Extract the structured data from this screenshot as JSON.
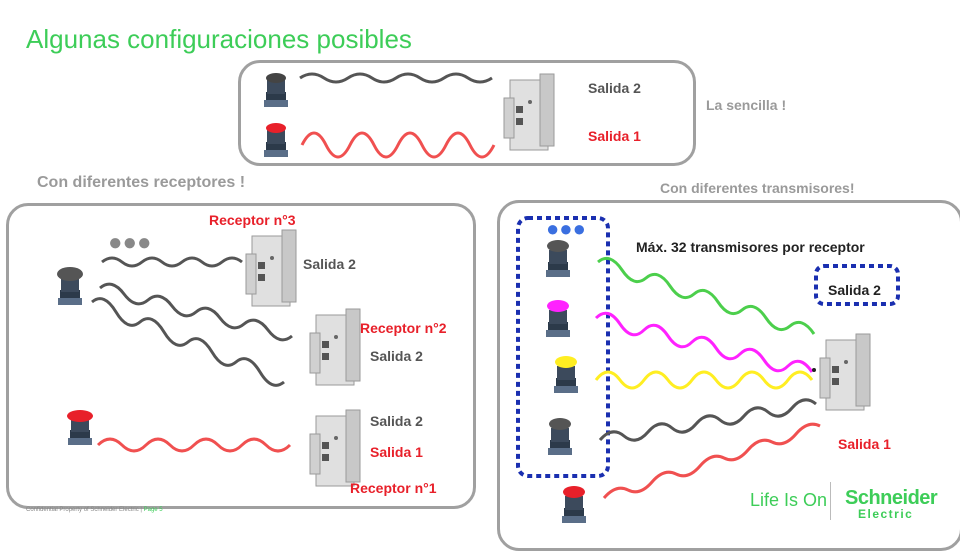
{
  "title": "Algunas configuraciones posibles",
  "top_panel": {
    "output_2": "Salida 2",
    "output_1": "Salida 1",
    "caption": "La sencilla !"
  },
  "left_panel": {
    "heading": "Con diferentes receptores !",
    "receiver_3": "Receptor n°3",
    "receiver_3_output": "Salida 2",
    "receiver_2": "Receptor n°2",
    "receiver_2_output": "Salida 2",
    "receiver_1_output_2": "Salida 2",
    "receiver_1_output_1": "Salida 1",
    "receiver_1": "Receptor n°1"
  },
  "right_panel": {
    "heading": "Con diferentes transmisores!",
    "max_note": "Máx. 32 transmisores por receptor",
    "output_2": "Salida 2",
    "output_1": "Salida 1"
  },
  "footer": {
    "text": "Confidential  Property of Schneider  Electric |",
    "page": "Page 5"
  },
  "logo": {
    "tagline": "Life Is On",
    "brand_line1": "Schneider",
    "brand_line2": "Electric"
  },
  "colors": {
    "accent_green": "#3dcd58",
    "red": "#e8202a",
    "magenta": "#ff22ff",
    "yellow": "#ffee22",
    "dotted_blue": "#1a2fb0",
    "dots_blue": "#3a6fe0"
  }
}
